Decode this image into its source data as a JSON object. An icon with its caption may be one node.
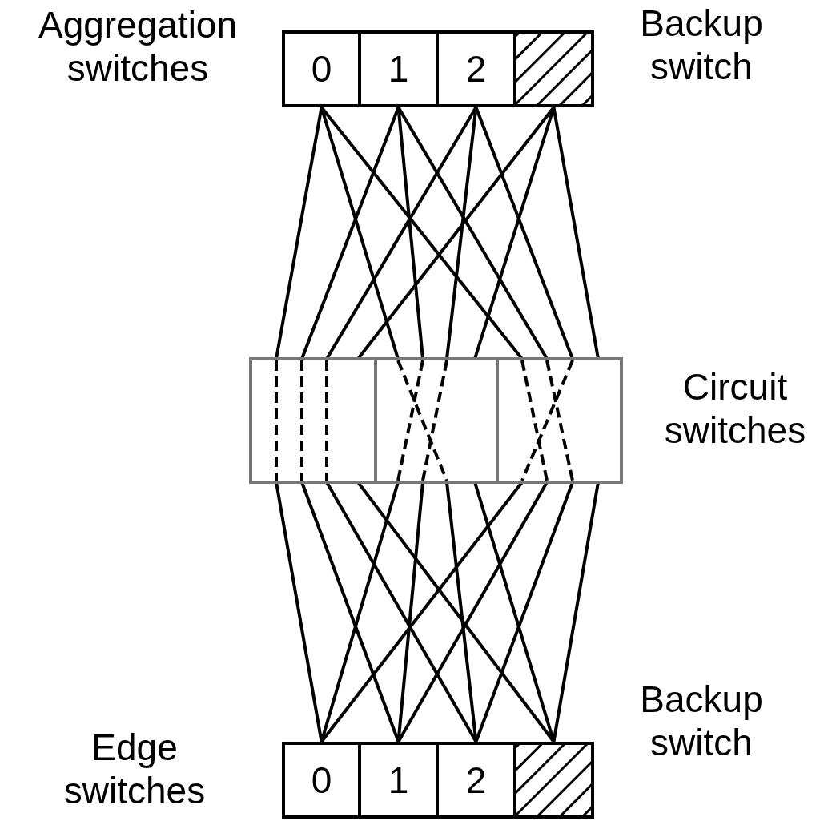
{
  "diagram": {
    "nodes": [
      {
        "text": [
          "0"
        ],
        "beside": [
          "Aggregation switches"
        ]
      },
      {
        "text": [
          "1"
        ]
      },
      {
        "text": [
          "2"
        ]
      },
      {
        "text": [],
        "shape": "box",
        "beside": [
          "Backup switch"
        ]
      },
      {
        "text": [],
        "shape": "box"
      },
      {
        "text": [],
        "shape": "box"
      },
      {
        "text": [],
        "shape": "box",
        "beside": [
          "Circuit switches"
        ]
      },
      {
        "text": [
          "0"
        ],
        "beside": [
          "Edge switches"
        ]
      },
      {
        "text": [
          "1"
        ]
      },
      {
        "text": [
          "2"
        ]
      },
      {
        "text": [],
        "shape": "box",
        "beside": [
          "Backup switch"
        ]
      }
    ],
    "edges": [
      {
        "from": 0,
        "to": 4,
        "arrow": "none"
      },
      {
        "from": 0,
        "to": 5,
        "arrow": "none"
      },
      {
        "from": 0,
        "to": 6,
        "arrow": "none"
      },
      {
        "from": 1,
        "to": 4,
        "arrow": "none"
      },
      {
        "from": 1,
        "to": 5,
        "arrow": "none"
      },
      {
        "from": 1,
        "to": 6,
        "arrow": "none"
      },
      {
        "from": 2,
        "to": 4,
        "arrow": "none"
      },
      {
        "from": 2,
        "to": 5,
        "arrow": "none"
      },
      {
        "from": 2,
        "to": 6,
        "arrow": "none"
      },
      {
        "from": 3,
        "to": 4,
        "arrow": "none"
      },
      {
        "from": 3,
        "to": 5,
        "arrow": "none"
      },
      {
        "from": 3,
        "to": 6,
        "arrow": "none"
      },
      {
        "from": 4,
        "to": 7,
        "arrow": "none"
      },
      {
        "from": 4,
        "to": 8,
        "arrow": "none"
      },
      {
        "from": 4,
        "to": 9,
        "arrow": "none"
      },
      {
        "from": 4,
        "to": 10,
        "arrow": "none"
      },
      {
        "from": 5,
        "to": 7,
        "arrow": "none"
      },
      {
        "from": 5,
        "to": 8,
        "arrow": "none"
      },
      {
        "from": 5,
        "to": 9,
        "arrow": "none"
      },
      {
        "from": 5,
        "to": 10,
        "arrow": "none"
      },
      {
        "from": 6,
        "to": 7,
        "arrow": "none"
      },
      {
        "from": 6,
        "to": 8,
        "arrow": "none"
      },
      {
        "from": 6,
        "to": 9,
        "arrow": "none"
      },
      {
        "from": 6,
        "to": 10,
        "arrow": "none"
      }
    ]
  }
}
